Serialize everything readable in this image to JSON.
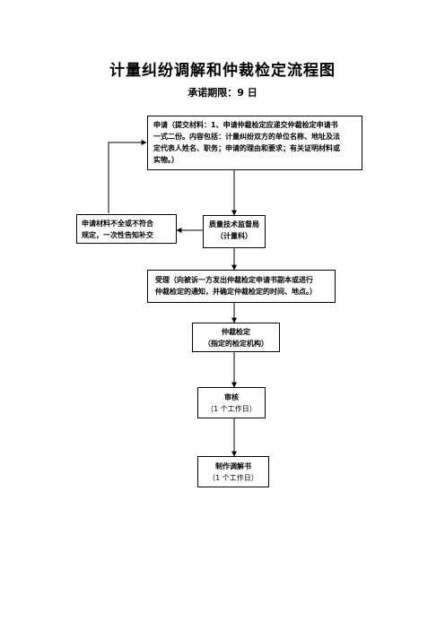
{
  "title": "计量纠纷调解和仲裁检定流程图",
  "subtitle": "承诺期限：9 日",
  "nodes": {
    "application": {
      "lines": [
        "申请（提交材料：1、申请仲裁检定应递交仲裁检定申请书",
        "一式二份。内容包括：计量纠纷双方的单位名称、地址及法",
        "定代表人姓名、职务；申请的理由和要求；有关证明材料或",
        "实物。）"
      ]
    },
    "bureau": {
      "lines": [
        "质量技术监督局",
        "（计量科）"
      ]
    },
    "incomplete": {
      "lines": [
        "申请材料不全或不符合",
        "规定，一次性告知补交"
      ]
    },
    "accept": {
      "lines": [
        "受理（向被诉一方发出仲裁检定申请书副本或进行",
        "仲裁检定的通知，并确定仲裁检定的时间、地点。）"
      ]
    },
    "arbitration": {
      "lines": [
        "仲裁检定",
        "（指定的检定机构）"
      ]
    },
    "review": {
      "lines": [
        "审核",
        "（1 个工作日）"
      ]
    },
    "mediation": {
      "lines": [
        "制作调解书",
        "（1 个工作日）"
      ]
    }
  }
}
